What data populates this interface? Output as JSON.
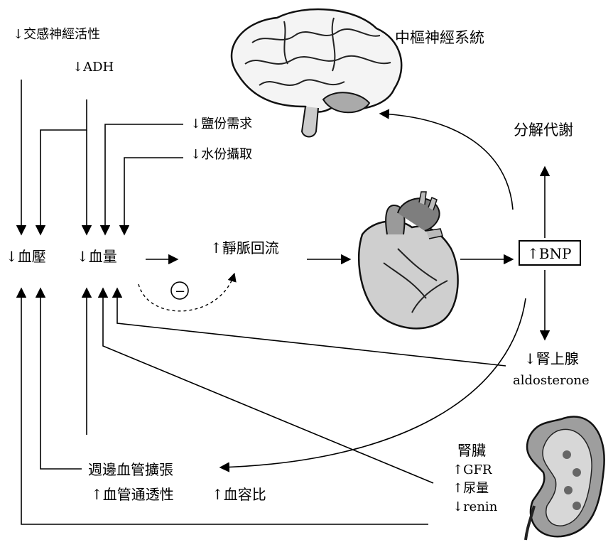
{
  "labels": {
    "sympathetic": "↓交感神經活性",
    "adh": "↓ADH",
    "salt_need": "↓鹽份需求",
    "water_intake": "↓水份攝取",
    "cns": "中樞神經系統",
    "catabolism": "分解代謝",
    "bp": "↓血壓",
    "blood_volume": "↓血量",
    "venous_return": "↑靜脈回流",
    "inhibit_symbol": "−",
    "bnp": "↑BNP",
    "adrenal": "↓腎上腺",
    "aldosterone": "aldosterone",
    "kidney": "腎臟",
    "gfr": "↑GFR",
    "urine": "↑尿量",
    "renin": "↓renin",
    "vasodilation": "週邊血管擴張",
    "permeability": "↑血管通透性",
    "hematocrit": "↑血容比"
  },
  "icons": [
    "brain-icon",
    "heart-icon",
    "kidney-icon"
  ]
}
